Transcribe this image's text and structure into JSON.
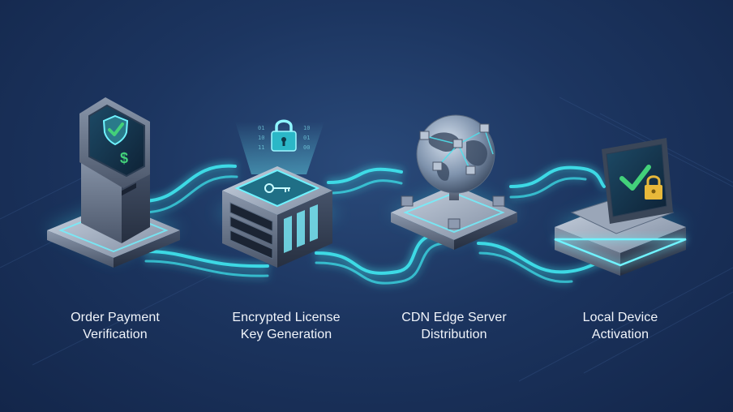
{
  "stages": [
    {
      "name": "order-payment-verification",
      "line1": "Order Payment",
      "line2": "Verification",
      "icon": "payment-kiosk-icon"
    },
    {
      "name": "encrypted-license-key-generation",
      "line1": "Encrypted License",
      "line2": "Key Generation",
      "icon": "server-lock-key-icon"
    },
    {
      "name": "cdn-edge-server-distribution",
      "line1": "CDN Edge Server",
      "line2": "Distribution",
      "icon": "globe-network-icon"
    },
    {
      "name": "local-device-activation",
      "line1": "Local Device",
      "line2": "Activation",
      "icon": "laptop-check-icon"
    }
  ],
  "colors": {
    "background": "#1c3560",
    "connector": "#3fe6ee",
    "check": "#43d17a",
    "lock": "#e8b83a",
    "label": "#f1f5fb"
  }
}
